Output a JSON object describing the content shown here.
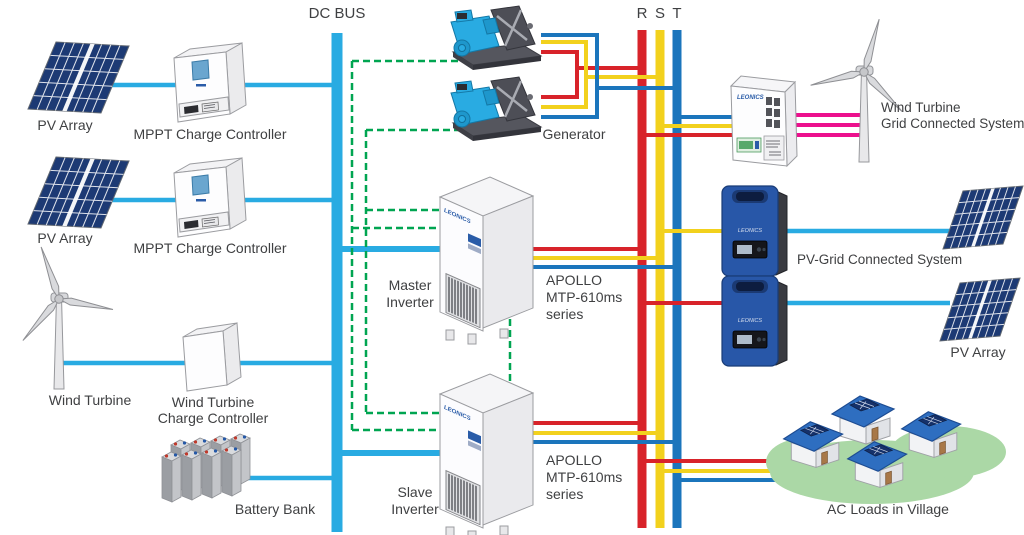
{
  "diagram": {
    "bus": {
      "dc": "DC BUS",
      "r": "R",
      "s": "S",
      "t": "T"
    },
    "labels": {
      "pv_array_left_1": "PV Array",
      "mppt_1": "MPPT Charge Controller",
      "pv_array_left_2": "PV Array",
      "mppt_2": "MPPT Charge Controller",
      "wind_turbine": "Wind Turbine",
      "wt_cc_1": "Wind Turbine",
      "wt_cc_2": "Charge Controller",
      "battery_bank": "Battery Bank",
      "generator": "Generator",
      "master_1": "Master",
      "master_2": "Inverter",
      "slave_1": "Slave",
      "slave_2": "Inverter",
      "apollo_1": "APOLLO",
      "apollo_2": "MTP-610ms",
      "apollo_3": "series",
      "wind_grid_1": "Wind Turbine",
      "wind_grid_2": "Grid Connected System",
      "pv_grid": "PV-Grid Connected System",
      "pv_array_right": "PV Array",
      "ac_loads": "AC Loads in Village",
      "brand": "LEONICS"
    },
    "colors": {
      "dc_line": "#29abe2",
      "phase_r": "#d8232a",
      "phase_s": "#f2d11d",
      "phase_t": "#1b75bc",
      "comm_line": "#00a551",
      "wind_ac": "#ec108d",
      "panel_navy": "#1d3a74",
      "roof_blue": "#2e6ec0",
      "grass_green": "#abd8a6",
      "machine_cyan": "#29abe2",
      "inverter_blue": "#2857a8",
      "text": "#3f4042"
    }
  }
}
